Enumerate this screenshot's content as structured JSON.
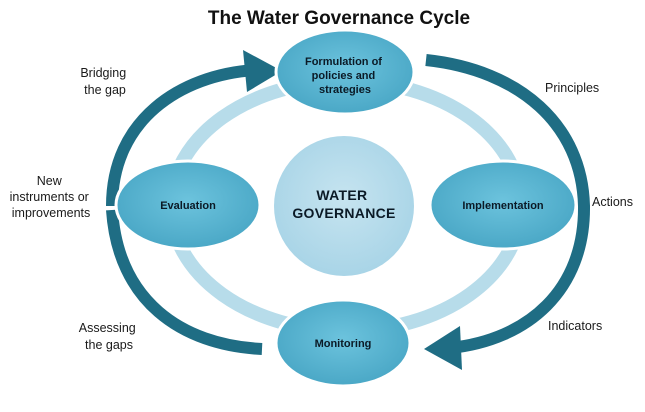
{
  "title": "The Water Governance Cycle",
  "center": {
    "line1": "WATER",
    "line2": "GOVERNANCE"
  },
  "nodes": {
    "formulation": {
      "line1": "Formulation of",
      "line2": "policies and",
      "line3": "strategies"
    },
    "implementation": {
      "label": "Implementation"
    },
    "monitoring": {
      "label": "Monitoring"
    },
    "evaluation": {
      "label": "Evaluation"
    }
  },
  "side_labels": {
    "principles": "Principles",
    "actions": "Actions",
    "indicators": "Indicators",
    "bridging": {
      "line1": "Bridging",
      "line2": "the gap"
    },
    "new_instruments": {
      "line1": "New",
      "line2": "instruments or",
      "line3": "improvements"
    },
    "assessing": {
      "line1": "Assessing",
      "line2": "the gaps"
    }
  },
  "colors": {
    "node_fill": "#5ab4d0",
    "node_stroke": "#ffffff",
    "center_fill": "#b7dcea",
    "ring": "#b7dcea",
    "arrow": "#1f6d84"
  }
}
